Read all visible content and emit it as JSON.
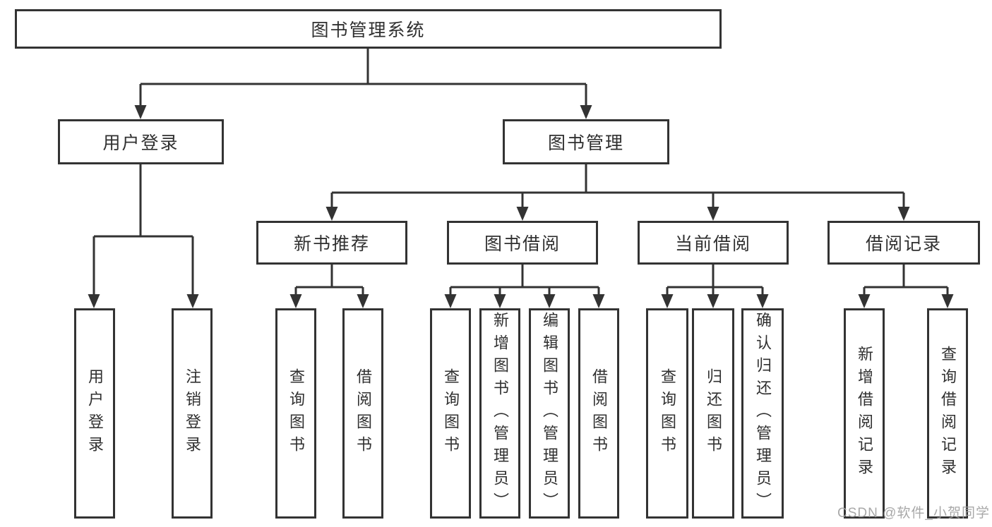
{
  "diagram": {
    "title_note": "functional structure chart of a library management system",
    "colors": {
      "line": "#333333",
      "border": "#333333",
      "text": "#303030",
      "background": "#ffffff",
      "watermark": "#9e9e9e"
    },
    "root": {
      "label": "图书管理系统"
    },
    "level2": [
      {
        "label": "用户登录"
      },
      {
        "label": "图书管理"
      }
    ],
    "level3": [
      {
        "label": "新书推荐",
        "parent": "图书管理"
      },
      {
        "label": "图书借阅",
        "parent": "图书管理"
      },
      {
        "label": "当前借阅",
        "parent": "图书管理"
      },
      {
        "label": "借阅记录",
        "parent": "图书管理"
      }
    ],
    "leaves": [
      {
        "label": "用户登录",
        "parent": "用户登录"
      },
      {
        "label": "注销登录",
        "parent": "用户登录"
      },
      {
        "label": "查询图书",
        "parent": "新书推荐"
      },
      {
        "label": "借阅图书",
        "parent": "新书推荐"
      },
      {
        "label": "查询图书",
        "parent": "图书借阅"
      },
      {
        "label": "新增图书（管理员）",
        "parent": "图书借阅"
      },
      {
        "label": "编辑图书（管理员）",
        "parent": "图书借阅"
      },
      {
        "label": "借阅图书",
        "parent": "图书借阅"
      },
      {
        "label": "查询图书",
        "parent": "当前借阅"
      },
      {
        "label": "归还图书",
        "parent": "当前借阅"
      },
      {
        "label": "确认归还（管理员）",
        "parent": "当前借阅"
      },
      {
        "label": "新增借阅记录",
        "parent": "借阅记录"
      },
      {
        "label": "查询借阅记录",
        "parent": "借阅记录"
      }
    ]
  },
  "watermark": {
    "text": "CSDN @软件_小贺同学"
  }
}
